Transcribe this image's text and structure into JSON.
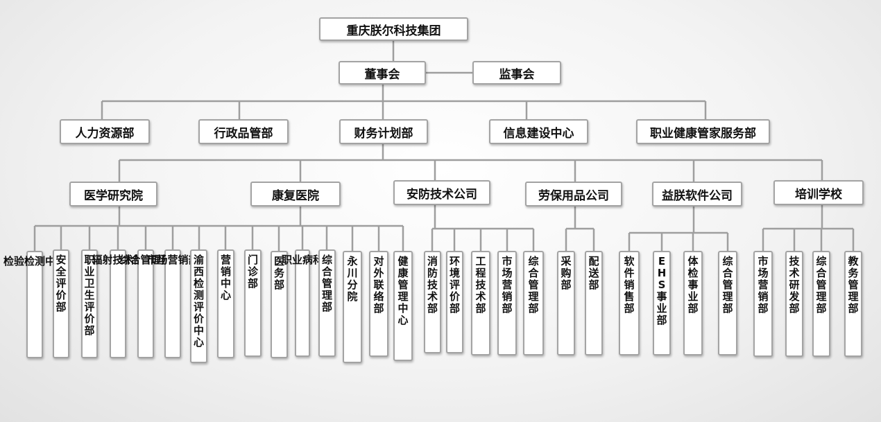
{
  "root": "重庆朕尔科技集团",
  "board": "董事会",
  "supervisors": "监事会",
  "departments": [
    "人力资源部",
    "行政品管部",
    "财务计划部",
    "信息建设中心",
    "职业健康管家服务部"
  ],
  "subsidiaries": [
    {
      "name": "医学研究院",
      "units": [
        "检验检测中心",
        "安全评价部",
        "职业卫生评价部",
        "辐射技术部",
        "综合管理部",
        "市场营销部"
      ]
    },
    {
      "name": "康复医院",
      "units": [
        "渝西检测评价中心",
        "营销中心",
        "门诊部",
        "医务部",
        "职业病科",
        "综合管理部",
        "永川分院",
        "对外联络部",
        "健康管理中心"
      ]
    },
    {
      "name": "安防技术公司",
      "units": [
        "消防技术部",
        "环境评价部",
        "工程技术部",
        "市场营销部",
        "综合管理部"
      ]
    },
    {
      "name": "劳保用品公司",
      "units": [
        "采购部",
        "配送部"
      ]
    },
    {
      "name": "益朕软件公司",
      "units": [
        "软件销售部",
        "EHS事业部",
        "体检事业部",
        "综合管理部"
      ]
    },
    {
      "name": "培训学校",
      "units": [
        "市场营销部",
        "技术研发部",
        "综合管理部",
        "教务管理部"
      ]
    }
  ]
}
